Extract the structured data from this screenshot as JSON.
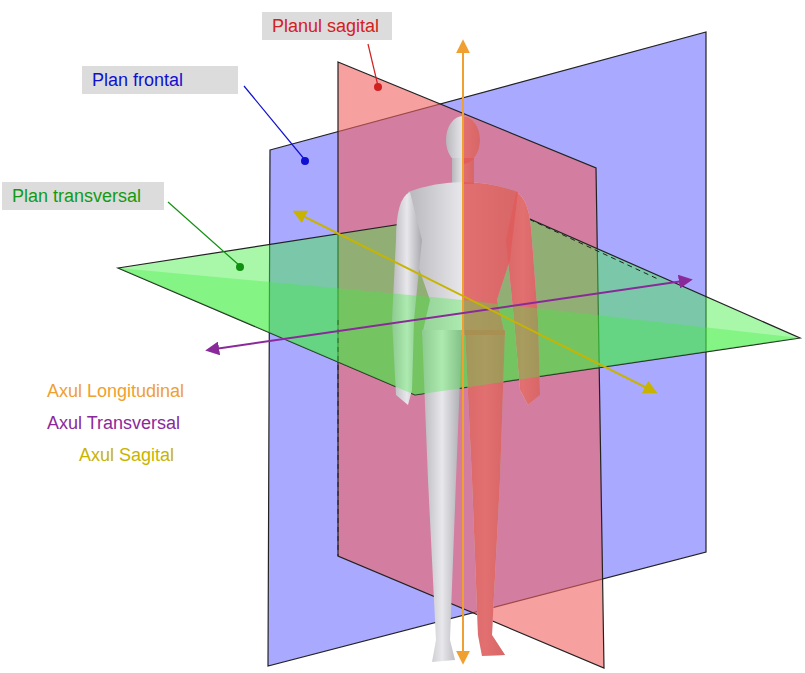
{
  "diagram": {
    "nodes": [
      {
        "text": [
          "Planul sagital"
        ]
      },
      {
        "text": [
          "Plan frontal"
        ]
      },
      {
        "text": [
          "Plan transversal"
        ]
      }
    ],
    "labels": [
      "Axul Longitudinal",
      "Axul Transversal",
      "Axul Sagital"
    ]
  }
}
